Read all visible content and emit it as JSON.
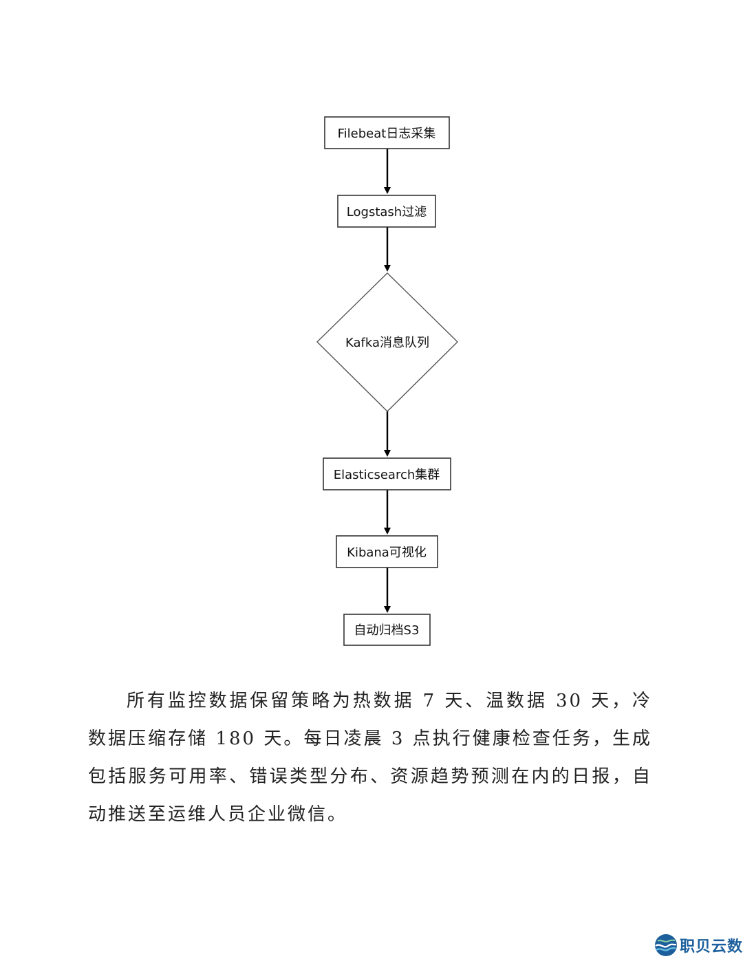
{
  "flowchart": {
    "nodes": [
      {
        "id": "filebeat",
        "label": "Filebeat日志采集",
        "shape": "rect"
      },
      {
        "id": "logstash",
        "label": "Logstash过滤",
        "shape": "rect"
      },
      {
        "id": "kafka",
        "label": "Kafka消息队列",
        "shape": "diamond"
      },
      {
        "id": "elasticsearch",
        "label": "Elasticsearch集群",
        "shape": "rect"
      },
      {
        "id": "kibana",
        "label": "Kibana可视化",
        "shape": "rect"
      },
      {
        "id": "s3",
        "label": "自动归档S3",
        "shape": "rect"
      }
    ],
    "edges": [
      {
        "from": "filebeat",
        "to": "logstash"
      },
      {
        "from": "logstash",
        "to": "kafka"
      },
      {
        "from": "kafka",
        "to": "elasticsearch"
      },
      {
        "from": "elasticsearch",
        "to": "kibana"
      },
      {
        "from": "kibana",
        "to": "s3"
      }
    ]
  },
  "body": {
    "paragraph": "所有监控数据保留策略为热数据 7 天、温数据 30 天，冷数据压缩存储 180 天。每日凌晨 3 点执行健康检查任务，生成包括服务可用率、错误类型分布、资源趋势预测在内的日报，自动推送至运维人员企业微信。"
  },
  "logo": {
    "text": "职贝云数",
    "icon": "wave-globe-icon",
    "color": "#1c5f9c"
  }
}
